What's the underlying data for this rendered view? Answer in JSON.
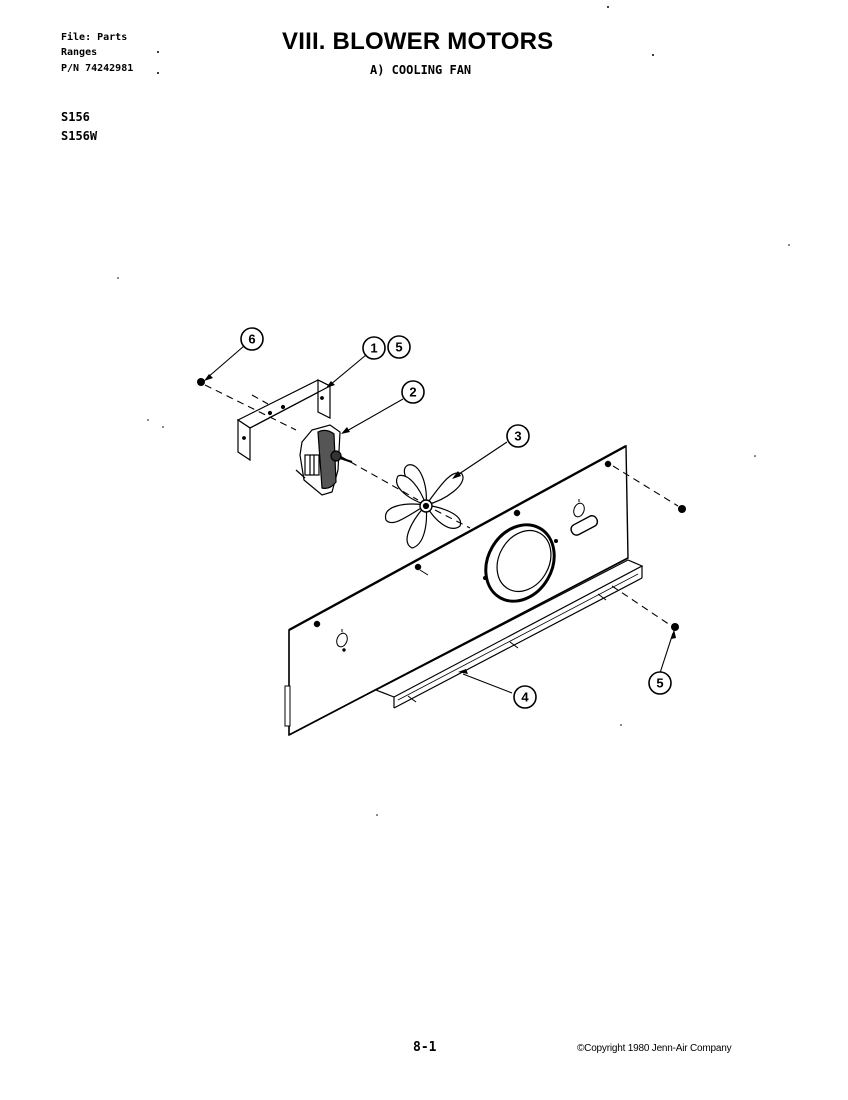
{
  "header": {
    "file_line": "File: Parts",
    "category_line": "Ranges",
    "part_number_line": "P/N 74242981",
    "title": "VIII. BLOWER MOTORS",
    "subtitle": "A) COOLING FAN"
  },
  "models": [
    "S156",
    "S156W"
  ],
  "callouts": [
    {
      "id": "callout-6-top",
      "label": "6"
    },
    {
      "id": "callout-1",
      "label": "1"
    },
    {
      "id": "callout-5-top",
      "label": "5"
    },
    {
      "id": "callout-2",
      "label": "2"
    },
    {
      "id": "callout-3",
      "label": "3"
    },
    {
      "id": "callout-4",
      "label": "4"
    },
    {
      "id": "callout-5-bottom",
      "label": "5"
    }
  ],
  "parts": [
    {
      "name": "screw",
      "ref": "6"
    },
    {
      "name": "motor-bracket",
      "ref": "1"
    },
    {
      "name": "blower-motor",
      "ref": "2"
    },
    {
      "name": "fan-blade",
      "ref": "3"
    },
    {
      "name": "mounting-panel",
      "ref": "4"
    },
    {
      "name": "screw",
      "ref": "5"
    }
  ],
  "footer": {
    "page_number": "8-1",
    "copyright": "©Copyright 1980 Jenn-Air Company"
  }
}
